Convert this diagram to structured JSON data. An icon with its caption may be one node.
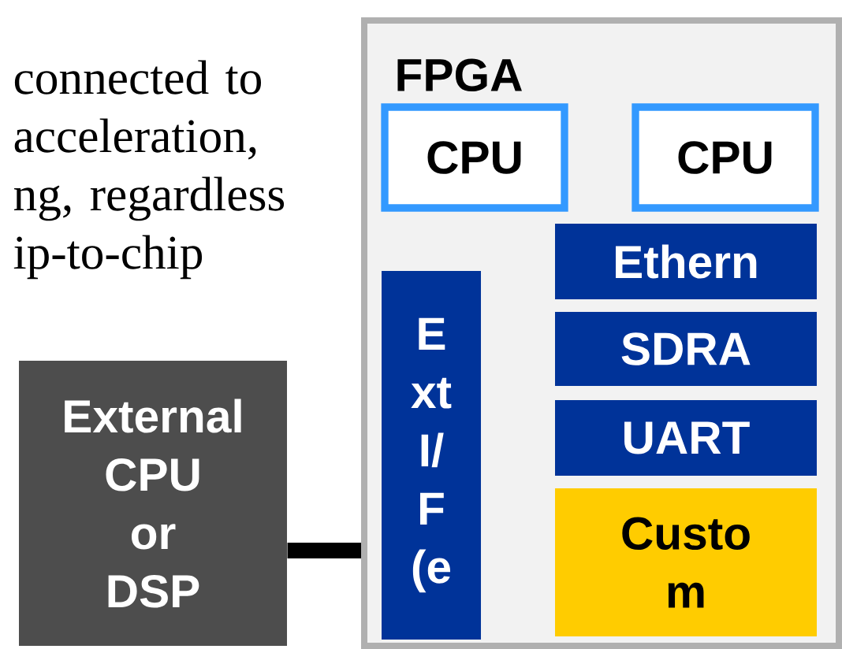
{
  "diagram": {
    "nodes": [
      {
        "text": [
          "FPGA"
        ]
      },
      {
        "text": [
          "CPU"
        ],
        "in": 0
      },
      {
        "text": [
          "CPU"
        ],
        "in": 0
      },
      {
        "text": [
          "Ethern"
        ],
        "in": 0
      },
      {
        "text": [
          "E xt I/ F (e"
        ],
        "in": 0
      },
      {
        "text": [
          "SDRA"
        ],
        "in": 0
      },
      {
        "text": [
          "UART"
        ],
        "in": 0
      },
      {
        "text": [
          "Custo m"
        ],
        "in": 0
      },
      {
        "text": [
          "External CPU or DSP"
        ]
      }
    ],
    "edges": [
      {
        "from": 8,
        "to": 0,
        "arrow": "none"
      }
    ],
    "labels": [
      "connected to acceleration, ng, regardless ip-to-chip"
    ]
  }
}
